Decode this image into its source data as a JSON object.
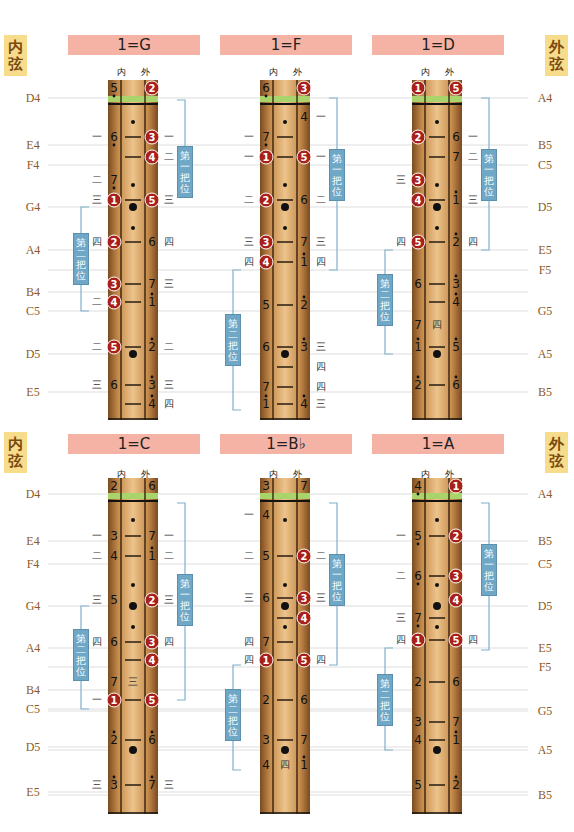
{
  "diagram": {
    "nodes": [
      {
        "text": [
          "内弦"
        ]
      },
      {
        "text": [
          "外弦"
        ]
      },
      {
        "text": [
          "1=G"
        ]
      },
      {
        "text": [
          "1=F"
        ]
      },
      {
        "text": [
          "1=D"
        ]
      },
      {
        "text": [
          "第一把位"
        ]
      },
      {
        "text": [
          "第二把位"
        ]
      },
      {
        "text": [
          "2"
        ]
      },
      {
        "text": [
          "3"
        ]
      },
      {
        "text": [
          "4"
        ]
      },
      {
        "text": [
          "1"
        ]
      },
      {
        "text": [
          "5"
        ]
      },
      {
        "text": [
          "2"
        ]
      },
      {
        "text": [
          "3"
        ]
      },
      {
        "text": [
          "4"
        ]
      },
      {
        "text": [
          "5"
        ]
      },
      {
        "text": [
          "第一把位"
        ]
      },
      {
        "text": [
          "第二把位"
        ]
      },
      {
        "text": [
          "3"
        ]
      },
      {
        "text": [
          "1"
        ]
      },
      {
        "text": [
          "5"
        ]
      },
      {
        "text": [
          "2"
        ]
      },
      {
        "text": [
          "3"
        ]
      },
      {
        "text": [
          "4"
        ]
      },
      {
        "text": [
          "第一把位"
        ]
      },
      {
        "text": [
          "第二把位"
        ]
      },
      {
        "text": [
          "1"
        ]
      },
      {
        "text": [
          "5"
        ]
      },
      {
        "text": [
          "2"
        ]
      },
      {
        "text": [
          "3"
        ]
      },
      {
        "text": [
          "4"
        ]
      },
      {
        "text": [
          "5"
        ]
      },
      {
        "text": [
          "内弦"
        ]
      },
      {
        "text": [
          "外弦"
        ]
      },
      {
        "text": [
          "1=C"
        ]
      },
      {
        "text": [
          "1=B♭"
        ]
      },
      {
        "text": [
          "1=A"
        ]
      },
      {
        "text": [
          "第一把位"
        ]
      },
      {
        "text": [
          "第二把位"
        ]
      },
      {
        "text": [
          "2"
        ]
      },
      {
        "text": [
          "3"
        ]
      },
      {
        "text": [
          "4"
        ]
      },
      {
        "text": [
          "1"
        ]
      },
      {
        "text": [
          "5"
        ]
      },
      {
        "text": [
          "第一把位"
        ]
      },
      {
        "text": [
          "第二把位"
        ]
      },
      {
        "text": [
          "2"
        ]
      },
      {
        "text": [
          "3"
        ]
      },
      {
        "text": [
          "4"
        ]
      },
      {
        "text": [
          "1"
        ]
      },
      {
        "text": [
          "5"
        ]
      },
      {
        "text": [
          "第一把位"
        ]
      },
      {
        "text": [
          "第二把位"
        ]
      },
      {
        "text": [
          "1"
        ]
      },
      {
        "text": [
          "2"
        ]
      },
      {
        "text": [
          "3"
        ]
      },
      {
        "text": [
          "4"
        ]
      },
      {
        "text": [
          "1"
        ]
      },
      {
        "text": [
          "5"
        ]
      }
    ],
    "labels": [
      "D4",
      "E4",
      "F4",
      "G4",
      "A4",
      "B4",
      "C5",
      "D5",
      "E5",
      "A4",
      "B5",
      "C5",
      "D5",
      "E5",
      "F5",
      "G5",
      "A5",
      "B5",
      "内",
      "外",
      "5",
      "一",
      "6",
      "一",
      "二",
      "二",
      "7",
      "三",
      "三",
      "四",
      "6",
      "四",
      "7",
      "三",
      "二",
      "1",
      "二",
      "2",
      "二",
      "三",
      "6",
      "3",
      "三",
      "4",
      "四",
      "内",
      "外",
      "6",
      "4",
      "一",
      "一",
      "7",
      "一",
      "一",
      "二",
      "6",
      "二",
      "三",
      "7",
      "三",
      "四",
      "1",
      "四",
      "5",
      "2",
      "6",
      "3",
      "三",
      "四",
      "7",
      "四",
      "1",
      "4",
      "三",
      "内",
      "外",
      "6",
      "一",
      "7",
      "二",
      "三",
      "1",
      "三",
      "四",
      "2",
      "四",
      "6",
      "3",
      "4",
      "7",
      "四",
      "1",
      "5",
      "2",
      "6",
      "D4",
      "E4",
      "F4",
      "G4",
      "A4",
      "B4",
      "C5",
      "D5",
      "E5",
      "A4",
      "B5",
      "C5",
      "D5",
      "E5",
      "F5",
      "G5",
      "A5",
      "B5",
      "内",
      "外",
      "2",
      "6",
      "一",
      "3",
      "7",
      "一",
      "二",
      "4",
      "1",
      "二",
      "三",
      "5",
      "三",
      "四",
      "6",
      "四",
      "7",
      "三",
      "一",
      "2",
      "6",
      "三",
      "3",
      "7",
      "三",
      "内",
      "外",
      "3",
      "7",
      "一",
      "4",
      "二",
      "5",
      "二",
      "三",
      "6",
      "三",
      "四",
      "7",
      "四",
      "四",
      "2",
      "6",
      "3",
      "7",
      "4",
      "四",
      "1",
      "内",
      "外",
      "4",
      "一",
      "5",
      "二",
      "6",
      "三",
      "7",
      "四",
      "四",
      "2",
      "6",
      "3",
      "7",
      "4",
      "1",
      "5",
      "2"
    ]
  }
}
